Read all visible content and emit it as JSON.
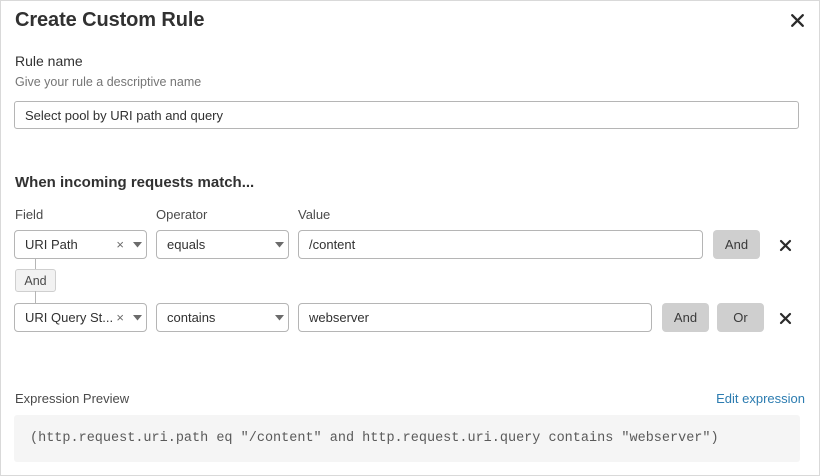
{
  "dialog": {
    "title": "Create Custom Rule",
    "close_icon": "close-icon"
  },
  "rule_name": {
    "label": "Rule name",
    "help": "Give your rule a descriptive name",
    "value": "Select pool by URI path and query",
    "placeholder": ""
  },
  "match": {
    "heading": "When incoming requests match...",
    "columns": {
      "field": "Field",
      "operator": "Operator",
      "value": "Value"
    },
    "connector": {
      "label": "And"
    },
    "rows": [
      {
        "field": "URI Path",
        "operator": "equals",
        "value": "/content",
        "clear_icon": "close-small-icon",
        "caret_icon": "chevron-down-icon",
        "delete_icon": "close-icon",
        "buttons": [
          "And"
        ]
      },
      {
        "field": "URI Query St...",
        "operator": "contains",
        "value": "webserver",
        "clear_icon": "close-small-icon",
        "caret_icon": "chevron-down-icon",
        "delete_icon": "close-icon",
        "buttons": [
          "And",
          "Or"
        ]
      }
    ]
  },
  "expression": {
    "label": "Expression Preview",
    "edit_link": "Edit expression",
    "text": "(http.request.uri.path eq \"/content\" and http.request.uri.query contains \"webserver\")"
  },
  "colors": {
    "link": "#2c7cb0",
    "button_gray": "#cfcfcf",
    "border": "#b5b5b5",
    "expr_background": "#f5f5f5"
  }
}
